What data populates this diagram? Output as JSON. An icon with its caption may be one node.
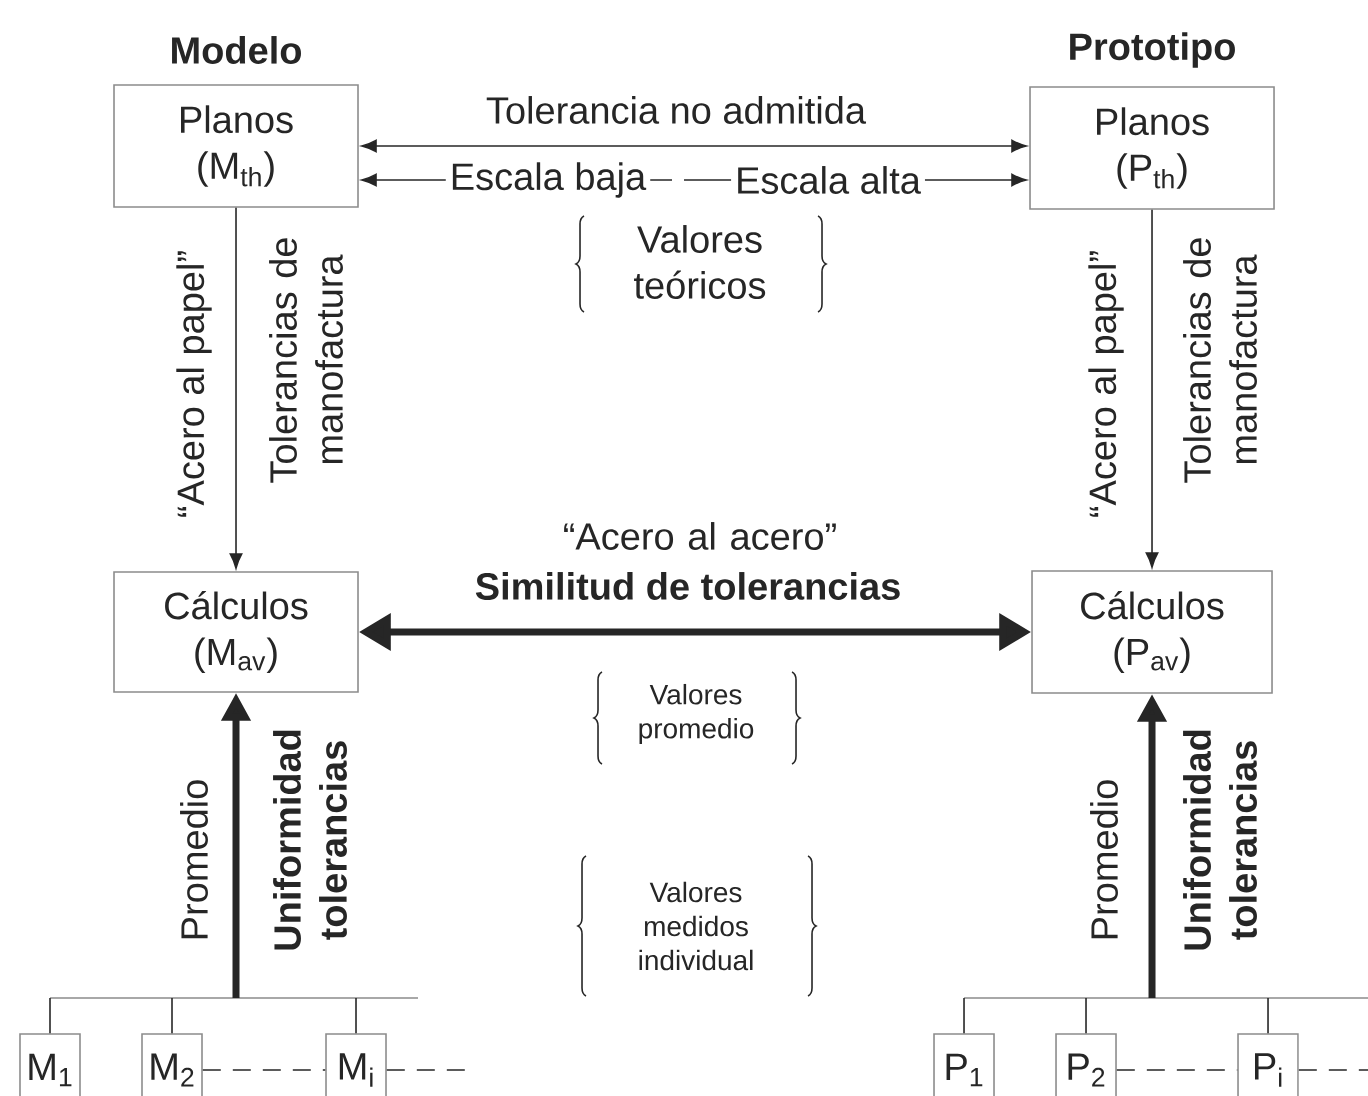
{
  "diagram": {
    "nodes": [
      {
        "text": [
          "Modelo",
          "Planos (M$_{th}$)"
        ]
      },
      {
        "text": [
          "Prototipo",
          "Planos (P$_{th}$)"
        ]
      },
      {
        "text": [
          "Cálculos (M$_{av}$)"
        ]
      },
      {
        "text": [
          "Cálculos (P$_{av}$)"
        ]
      },
      {
        "text": [
          "M$_{1}$"
        ]
      },
      {
        "text": [
          "M$_{2}$"
        ]
      },
      {
        "text": [
          "M$_{i}$"
        ]
      },
      {
        "text": [
          "P$_{1}$"
        ]
      },
      {
        "text": [
          "P$_{2}$"
        ]
      },
      {
        "text": [
          "P$_{i}$"
        ]
      },
      {
        "text": [],
        "shape": "bar"
      },
      {
        "text": [],
        "shape": "bar"
      }
    ],
    "edges": [
      {
        "from": 0,
        "to": 1,
        "arrow": "both",
        "label": "Tolerancia no admitida"
      },
      {
        "from": null,
        "to": 0,
        "arrow": "to",
        "label": "Escala baja"
      },
      {
        "from": null,
        "to": 1,
        "arrow": "to",
        "label": "Escala alta"
      },
      {
        "from": 0,
        "to": 2,
        "arrow": "to",
        "label": "“Acero al papel”"
      },
      {
        "from": 1,
        "to": 3,
        "arrow": "to",
        "label": "“Acero al papel”"
      },
      {
        "from": 2,
        "to": 3,
        "arrow": "both",
        "label": "Similitud de tolerancias",
        "style": "thick"
      },
      {
        "from": 10,
        "to": 2,
        "arrow": "to",
        "label": "Promedio",
        "style": "thick"
      },
      {
        "from": 4,
        "to": 10,
        "arrow": "none"
      },
      {
        "from": 5,
        "to": 10,
        "arrow": "none"
      },
      {
        "from": 6,
        "to": 10,
        "arrow": "none"
      },
      {
        "from": 11,
        "to": 3,
        "arrow": "to",
        "label": "Promedio",
        "style": "thick"
      },
      {
        "from": 7,
        "to": 11,
        "arrow": "none"
      },
      {
        "from": 8,
        "to": 11,
        "arrow": "none"
      },
      {
        "from": 9,
        "to": 11,
        "arrow": "none"
      },
      {
        "from": 5,
        "to": 6,
        "arrow": "none",
        "style": "dashed"
      },
      {
        "from": 6,
        "to": null,
        "arrow": "none",
        "style": "dashed"
      },
      {
        "from": 8,
        "to": 9,
        "arrow": "none",
        "style": "dashed"
      },
      {
        "from": 9,
        "to": null,
        "arrow": "none",
        "style": "dashed"
      }
    ],
    "labels": [
      "Valores teóricos",
      "Tolerancias de manofactura",
      "Tolerancias de manofactura",
      "“Acero al acero”",
      "Valores promedio",
      "Uniformidad tolerancias",
      "Valores medidos individual",
      "Uniformidad tolerancias"
    ]
  }
}
